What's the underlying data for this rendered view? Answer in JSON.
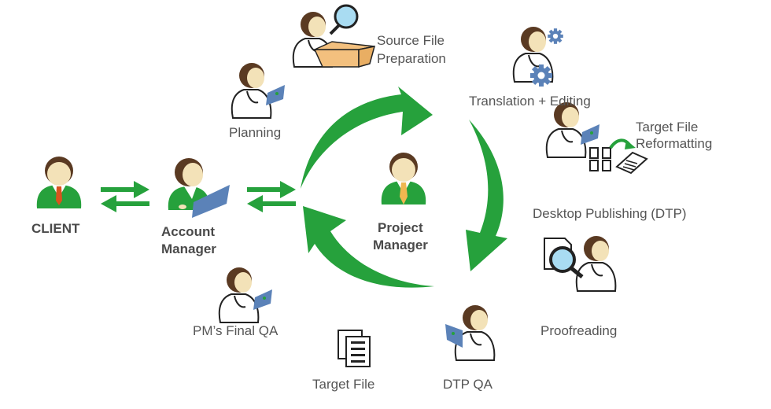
{
  "colors": {
    "green": "#26a13c",
    "hair": "#5a3a22",
    "skin": "#f3e2b8",
    "laptop": "#5b82b8",
    "client_tie": "#d9541e",
    "pm_tie": "#f0b750",
    "box": "#f3c07e",
    "lens": "#a9dcf2",
    "text": "#555555"
  },
  "nodes": {
    "client": {
      "label": "CLIENT",
      "icon": "business-person-icon"
    },
    "account_manager": {
      "label_line1": "Account",
      "label_line2": "Manager",
      "icon": "person-laptop-icon"
    },
    "project_manager": {
      "label_line1": "Project",
      "label_line2": "Manager",
      "icon": "business-person-icon"
    }
  },
  "steps": [
    {
      "id": "planning",
      "label": "Planning",
      "icon": "person-laptop-icon"
    },
    {
      "id": "source_prep",
      "label_line1": "Source File",
      "label_line2": "Preparation",
      "icon": "box-magnifier-icon"
    },
    {
      "id": "translation",
      "label": "Translation + Editing",
      "icon": "gears-icon"
    },
    {
      "id": "reformatting",
      "label_line1": "Target File",
      "label_line2": "Reformatting",
      "icon": "documents-reformat-icon"
    },
    {
      "id": "dtp",
      "label": "Desktop Publishing (DTP)"
    },
    {
      "id": "proofreading",
      "label": "Proofreading",
      "icon": "document-magnifier-icon"
    },
    {
      "id": "dtp_qa",
      "label": "DTP QA",
      "icon": "person-laptop-icon"
    },
    {
      "id": "target_file",
      "label": "Target File",
      "icon": "document-stack-icon"
    },
    {
      "id": "final_qa",
      "label": "PM’s Final QA",
      "icon": "person-laptop-icon"
    }
  ],
  "connectors": [
    {
      "from": "client",
      "to": "account_manager",
      "type": "bidirectional"
    },
    {
      "from": "account_manager",
      "to": "project_manager",
      "type": "bidirectional"
    }
  ],
  "cycle": {
    "direction": "clockwise",
    "arrow_count": 3
  }
}
